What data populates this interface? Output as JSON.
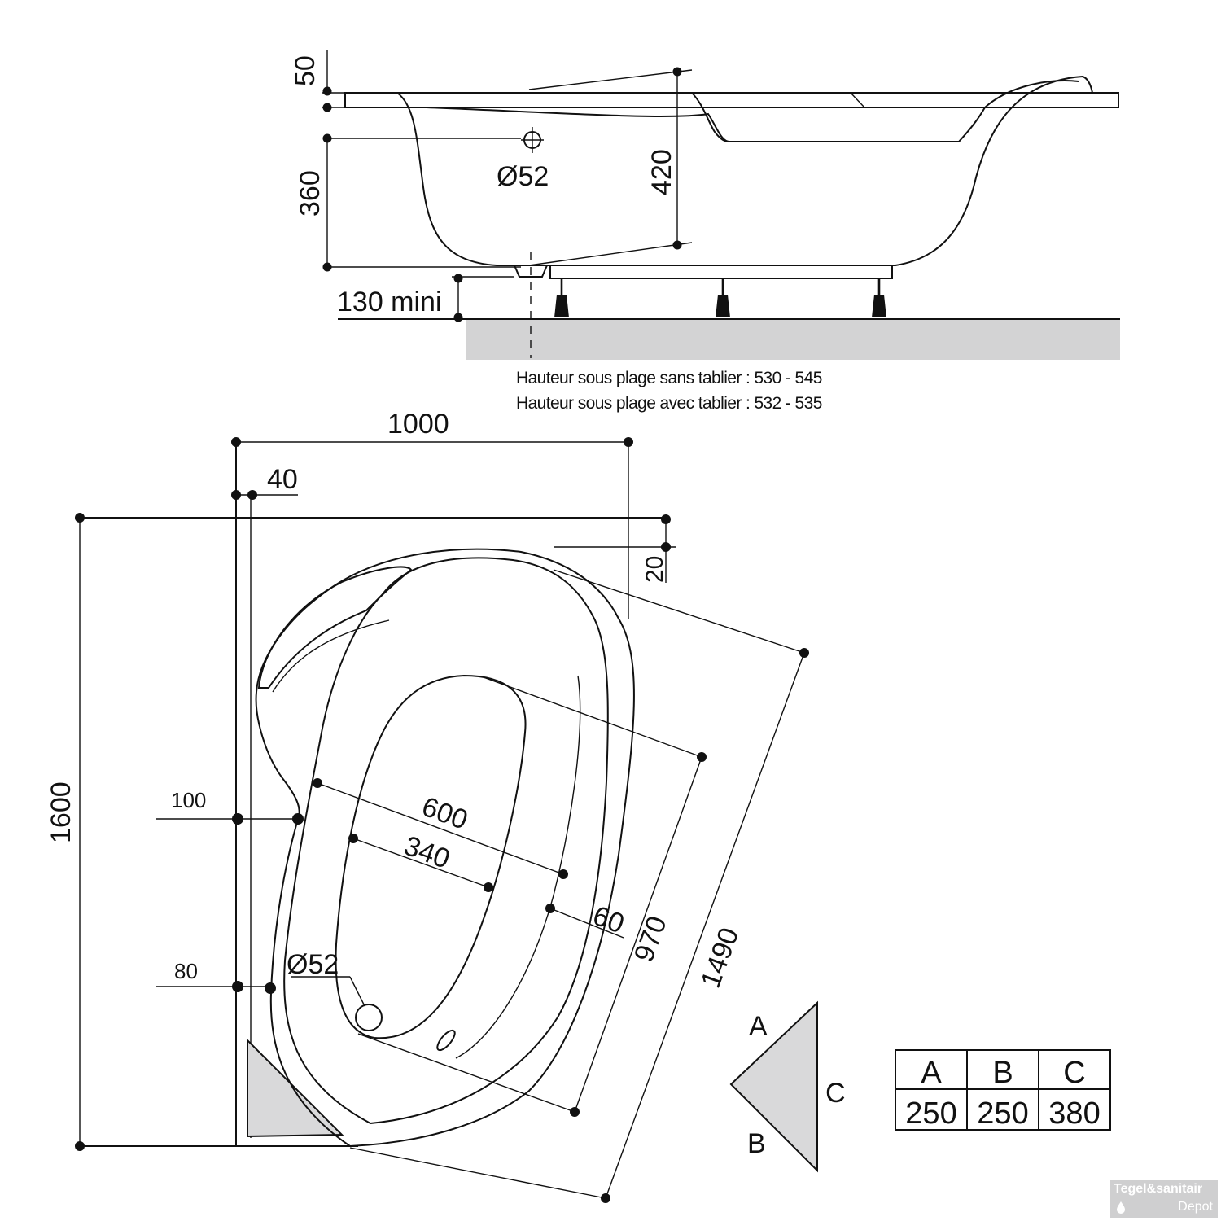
{
  "side_view": {
    "dim_rim": "50",
    "dim_drain_height": "360",
    "dim_drain": "Ø52",
    "dim_depth": "420",
    "dim_clearance": "130 mini",
    "note_without_panel": "Hauteur sous plage sans tablier : 530 - 545",
    "note_with_panel": "Hauteur sous plage avec tablier : 532 - 535"
  },
  "plan_view": {
    "dim_width": "1000",
    "dim_offset_40": "40",
    "dim_offset_20": "20",
    "dim_length": "1600",
    "dim_100": "100",
    "dim_80": "80",
    "dim_600": "600",
    "dim_340": "340",
    "dim_60": "60",
    "dim_970": "970",
    "dim_1490": "1490",
    "dim_drain": "Ø52"
  },
  "corner_triangle": {
    "label_a": "A",
    "label_b": "B",
    "label_c": "C"
  },
  "dimension_table": {
    "headers": [
      "A",
      "B",
      "C"
    ],
    "values": [
      "250",
      "250",
      "380"
    ]
  },
  "watermark": {
    "brand": "Tegel&sanitair",
    "sub": "Depot"
  }
}
